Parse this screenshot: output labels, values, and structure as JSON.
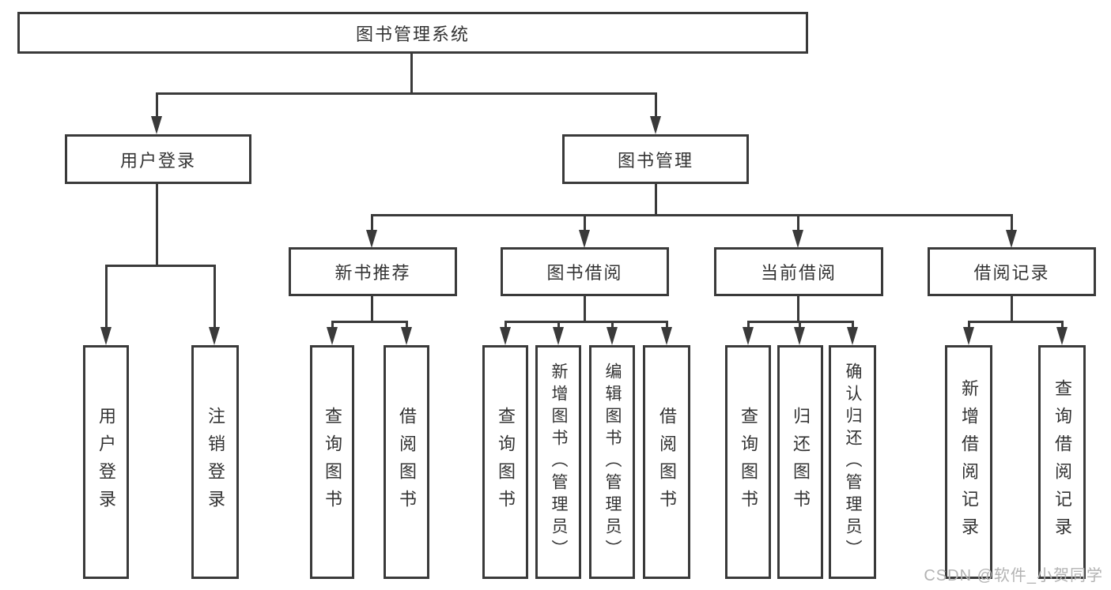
{
  "diagram": {
    "title": "图书管理系统",
    "nodes": {
      "root": {
        "label": "图书管理系统"
      },
      "user_login": {
        "label": "用户登录"
      },
      "book_mgmt": {
        "label": "图书管理"
      },
      "new_book_rec": {
        "label": "新书推荐"
      },
      "book_borrow": {
        "label": "图书借阅"
      },
      "current_borrow": {
        "label": "当前借阅"
      },
      "borrow_record": {
        "label": "借阅记录"
      },
      "leaf_user_login": {
        "label": "用户登录"
      },
      "leaf_logout": {
        "label": "注销登录"
      },
      "leaf_rec_query_book": {
        "label": "查询图书"
      },
      "leaf_rec_borrow_book": {
        "label": "借阅图书"
      },
      "leaf_bb_query_book": {
        "label": "查询图书"
      },
      "leaf_bb_add_book": {
        "label": "新增图书（管理员）"
      },
      "leaf_bb_edit_book": {
        "label": "编辑图书（管理员）"
      },
      "leaf_bb_borrow_book": {
        "label": "借阅图书"
      },
      "leaf_cb_query_book": {
        "label": "查询图书"
      },
      "leaf_cb_return_book": {
        "label": "归还图书"
      },
      "leaf_cb_confirm_return": {
        "label": "确认归还（管理员）"
      },
      "leaf_br_add_record": {
        "label": "新增借阅记录"
      },
      "leaf_br_query_record": {
        "label": "查询借阅记录"
      }
    }
  },
  "watermark": {
    "text": "CSDN @软件_小贺同学"
  },
  "colors": {
    "line": "#3a3a3a",
    "text": "#333333",
    "watermark": "#b3b3b3",
    "background": "#ffffff"
  }
}
